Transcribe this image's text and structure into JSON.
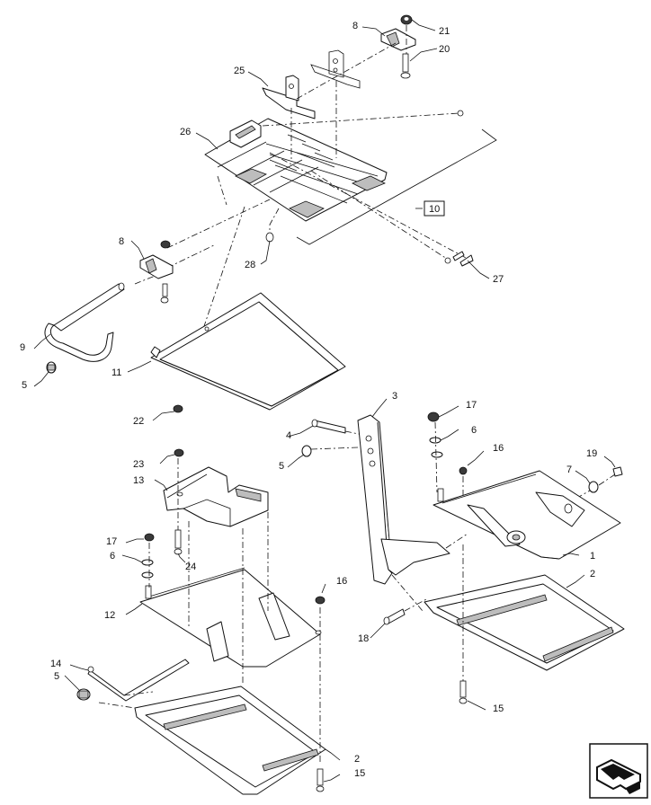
{
  "diagram": {
    "callouts": {
      "c1": "1",
      "c2a": "2",
      "c2b": "2",
      "c3": "3",
      "c4": "4",
      "c5a": "5",
      "c5b": "5",
      "c5c": "5",
      "c6a": "6",
      "c6b": "6",
      "c7": "7",
      "c8a": "8",
      "c8b": "8",
      "c9": "9",
      "c10": "10",
      "c11": "11",
      "c12": "12",
      "c13": "13",
      "c14": "14",
      "c15a": "15",
      "c15b": "15",
      "c16a": "16",
      "c16b": "16",
      "c17a": "17",
      "c17b": "17",
      "c18": "18",
      "c19": "19",
      "c20": "20",
      "c21": "21",
      "c22": "22",
      "c23": "23",
      "c24": "24",
      "c25": "25",
      "c26": "26",
      "c27": "27",
      "c28": "28"
    },
    "nav_icon": "page-return-arrow-icon"
  }
}
